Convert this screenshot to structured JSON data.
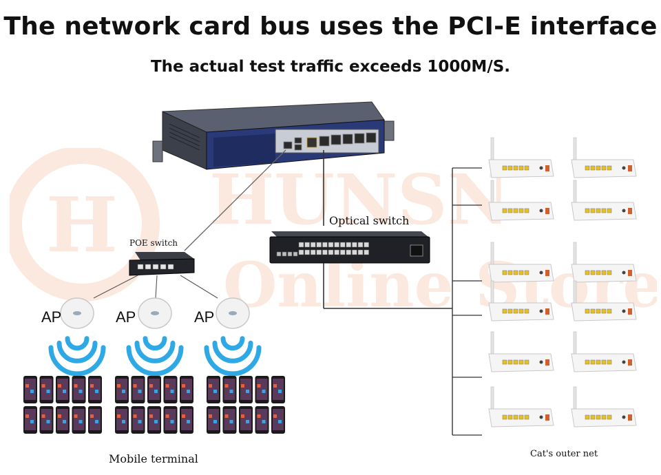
{
  "header": {
    "title": "The network card bus uses the PCI-E interface",
    "subtitle": "The actual test traffic exceeds 1000M/S."
  },
  "labels": {
    "optical_switch": "Optical switch",
    "poe_switch": "POE switch",
    "ap": "AP",
    "mobile_terminal": "Mobile terminal",
    "outer_net": "Cat's outer net"
  },
  "watermark": {
    "line1": "HUNSN",
    "line2": "Online Store"
  },
  "colors": {
    "wifi": "#2ea9e6",
    "watermark": "#f0a070",
    "appliance_panel": "#2a3a78",
    "router_port": "#e8c020"
  },
  "counts": {
    "access_points": 3,
    "phones_per_group": 10,
    "outer_net_devices": 12
  }
}
